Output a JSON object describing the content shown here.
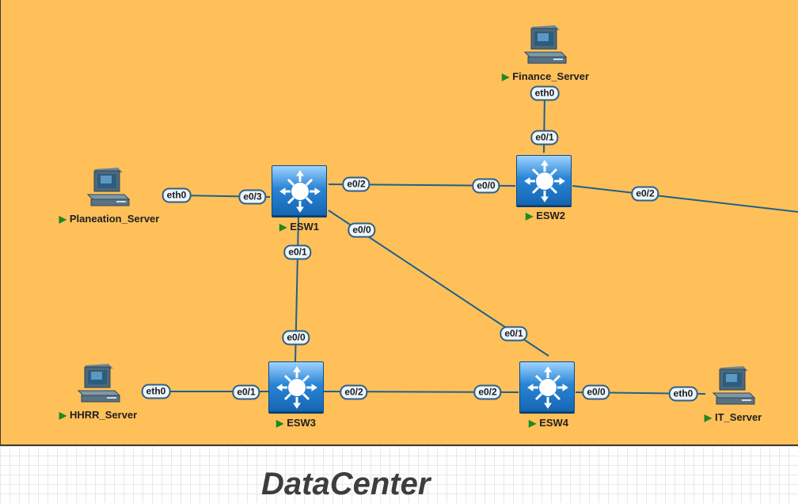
{
  "title": "DataCenter",
  "colors": {
    "canvas": "#ffc05a",
    "link": "#1f5f8b",
    "switch": "#2a85d6",
    "status_running": "#1f8a1f"
  },
  "switches": [
    {
      "id": "esw1",
      "label": "ESW1",
      "icon": "multilayer-switch-icon"
    },
    {
      "id": "esw2",
      "label": "ESW2",
      "icon": "multilayer-switch-icon"
    },
    {
      "id": "esw3",
      "label": "ESW3",
      "icon": "multilayer-switch-icon"
    },
    {
      "id": "esw4",
      "label": "ESW4",
      "icon": "multilayer-switch-icon"
    }
  ],
  "servers": [
    {
      "id": "finance",
      "label": "Finance_Server",
      "icon": "computer-icon"
    },
    {
      "id": "planeation",
      "label": "Planeation_Server",
      "icon": "computer-icon"
    },
    {
      "id": "hhrr",
      "label": "HHRR_Server",
      "icon": "computer-icon"
    },
    {
      "id": "it",
      "label": "IT_Server",
      "icon": "computer-icon"
    }
  ],
  "links": [
    {
      "from": "planeation",
      "to": "esw1",
      "from_port": "eth0",
      "to_port": "e0/3"
    },
    {
      "from": "esw1",
      "to": "esw2",
      "from_port": "e0/2",
      "to_port": "e0/0"
    },
    {
      "from": "esw1",
      "to": "esw3",
      "from_port": "e0/1",
      "to_port": "e0/0"
    },
    {
      "from": "esw1",
      "to": "esw4",
      "from_port": "e0/0",
      "to_port": "e0/1"
    },
    {
      "from": "finance",
      "to": "esw2",
      "from_port": "eth0",
      "to_port": "e0/1"
    },
    {
      "from": "esw2",
      "to": "offscreen",
      "from_port": "e0/2",
      "to_port": ""
    },
    {
      "from": "hhrr",
      "to": "esw3",
      "from_port": "eth0",
      "to_port": "e0/1"
    },
    {
      "from": "esw3",
      "to": "esw4",
      "from_port": "e0/2",
      "to_port": "e0/2"
    },
    {
      "from": "esw4",
      "to": "it",
      "from_port": "e0/0",
      "to_port": "eth0"
    }
  ]
}
